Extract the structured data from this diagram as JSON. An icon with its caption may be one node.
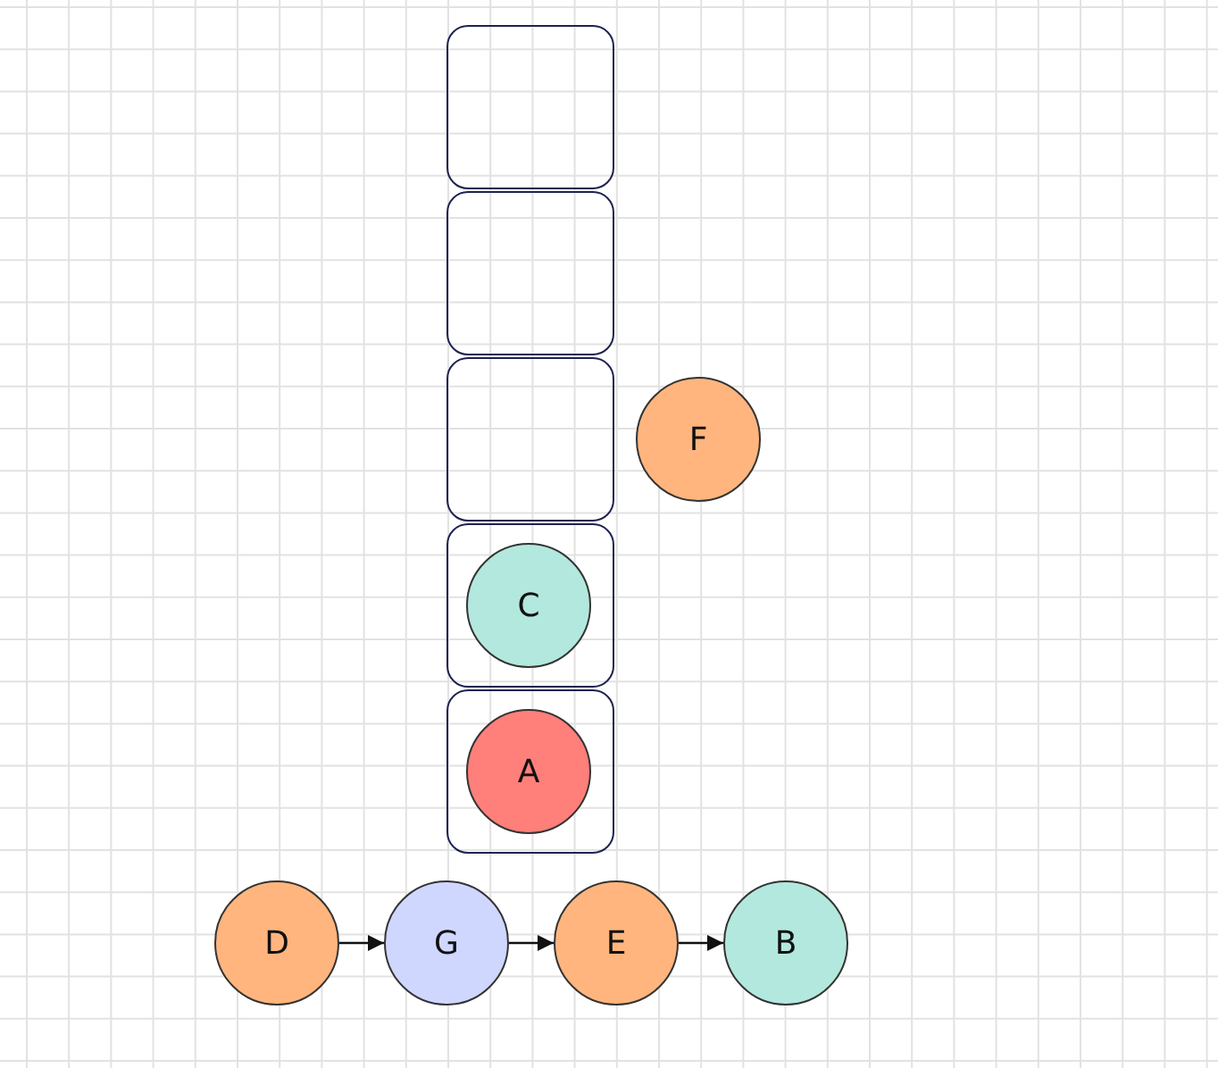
{
  "diagram": {
    "nodes": [
      {
        "text": [],
        "shape": "box"
      },
      {
        "text": [],
        "shape": "box"
      },
      {
        "text": [],
        "shape": "box"
      },
      {
        "text": [
          "F"
        ]
      },
      {
        "text": [],
        "shape": "box"
      },
      {
        "text": [
          "C"
        ],
        "in": 4
      },
      {
        "text": [],
        "shape": "box"
      },
      {
        "text": [
          "A"
        ],
        "in": 6
      },
      {
        "text": [
          "D"
        ]
      },
      {
        "text": [
          "G"
        ]
      },
      {
        "text": [
          "E"
        ]
      },
      {
        "text": [
          "B"
        ]
      }
    ],
    "edges": [
      {
        "from": 8,
        "to": 9,
        "arrow": "to"
      },
      {
        "from": 9,
        "to": 10,
        "arrow": "to"
      },
      {
        "from": 10,
        "to": 11,
        "arrow": "to"
      }
    ]
  }
}
